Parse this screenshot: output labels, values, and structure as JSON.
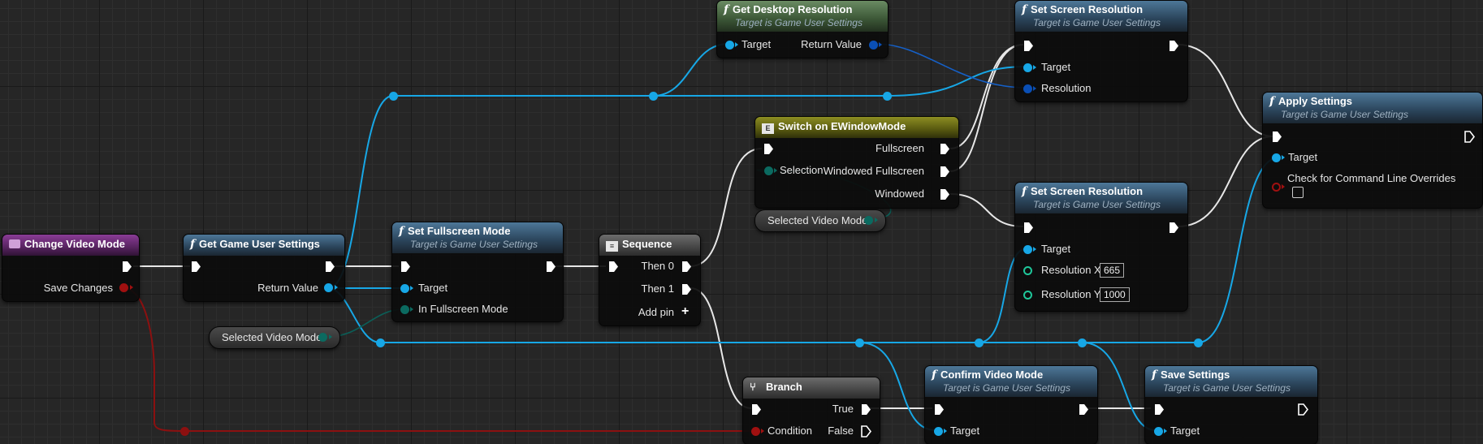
{
  "nodes": {
    "change_video_mode": {
      "title": "Change Video Mode",
      "pins": {
        "save_changes": "Save Changes"
      }
    },
    "get_game_user_settings": {
      "title": "Get Game User Settings",
      "pins": {
        "return_value": "Return Value"
      }
    },
    "set_fullscreen_mode": {
      "title": "Set Fullscreen Mode",
      "subtitle": "Target is Game User Settings",
      "pins": {
        "target": "Target",
        "in_fullscreen_mode": "In Fullscreen Mode"
      }
    },
    "selected_video_mode_a": {
      "label": "Selected Video Mode"
    },
    "sequence": {
      "title": "Sequence",
      "pins": {
        "then0": "Then 0",
        "then1": "Then 1",
        "add_pin": "Add pin"
      }
    },
    "get_desktop_resolution": {
      "title": "Get Desktop Resolution",
      "subtitle": "Target is Game User Settings",
      "pins": {
        "target": "Target",
        "return_value": "Return Value"
      }
    },
    "switch_window_mode": {
      "title": "Switch on EWindowMode",
      "pins": {
        "selection": "Selection",
        "fullscreen": "Fullscreen",
        "windowed_fullscreen": "Windowed Fullscreen",
        "windowed": "Windowed"
      }
    },
    "selected_video_mode_b": {
      "label": "Selected Video Mode"
    },
    "set_screen_resolution_1": {
      "title": "Set Screen Resolution",
      "subtitle": "Target is Game User Settings",
      "pins": {
        "target": "Target",
        "resolution": "Resolution"
      }
    },
    "set_screen_resolution_2": {
      "title": "Set Screen Resolution",
      "subtitle": "Target is Game User Settings",
      "pins": {
        "target": "Target",
        "resolution_x": "Resolution X",
        "resolution_x_value": "665",
        "resolution_y": "Resolution Y",
        "resolution_y_value": "1000"
      }
    },
    "apply_settings": {
      "title": "Apply Settings",
      "subtitle": "Target is Game User Settings",
      "pins": {
        "target": "Target",
        "check_cmd_overrides": "Check for Command Line Overrides"
      }
    },
    "branch": {
      "title": "Branch",
      "pins": {
        "condition": "Condition",
        "true": "True",
        "false": "False"
      }
    },
    "confirm_video_mode": {
      "title": "Confirm Video Mode",
      "subtitle": "Target is Game User Settings",
      "pins": {
        "target": "Target"
      }
    },
    "save_settings": {
      "title": "Save Settings",
      "subtitle": "Target is Game User Settings",
      "pins": {
        "target": "Target"
      }
    }
  },
  "colors": {
    "exec_wire": "#e8e8e8",
    "object_wire": "#17a7e6",
    "struct_wire": "#1560c8",
    "bool_wire": "#8c1010",
    "enum_wire": "#0b5f58",
    "function_header": "#4d7798",
    "pure_function_header": "#6a8b63",
    "event_header": "#8a3c96",
    "switch_header": "#8d8e22",
    "flow_header": "#6c6c6c"
  },
  "icons": {
    "function": "function-icon",
    "event": "event-icon",
    "switch": "switch-icon",
    "sequence": "sequence-icon",
    "branch": "branch-icon"
  }
}
